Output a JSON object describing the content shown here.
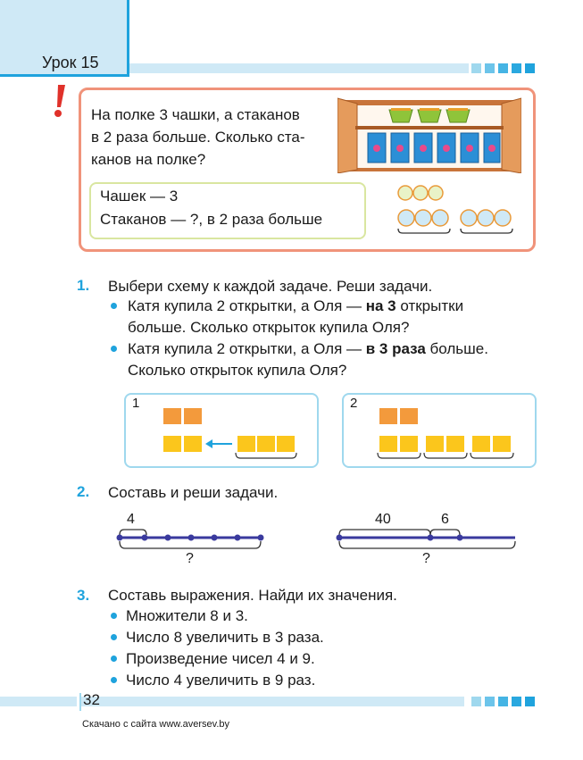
{
  "header": {
    "lesson": "Урок 15"
  },
  "problem": {
    "lines": [
      "На полке 3 чашки, а стаканов",
      "в 2 раза больше. Сколько ста-",
      "канов на полке?"
    ],
    "condition": [
      "Чашек — 3",
      "Стаканов — ?, в 2 раза больше"
    ]
  },
  "task1": {
    "number": "1.",
    "title": "Выбери схему к каждой задаче. Реши задачи.",
    "b1_pre": "Катя купила 2 открытки, а Оля — ",
    "b1_bold": "на 3",
    "b1_post": " открытки",
    "b1_line2": "больше. Сколько открыток купила Оля?",
    "b2_pre": "Катя купила 2 открытки, а Оля — ",
    "b2_bold": "в 3 раза",
    "b2_post": " больше.",
    "b2_line2": "Сколько открыток купила Оля?",
    "scheme1_label": "1",
    "scheme2_label": "2"
  },
  "task2": {
    "number": "2.",
    "title": "Составь и реши задачи.",
    "seg1_top": "4",
    "seg1_bottom": "?",
    "seg2_top_a": "40",
    "seg2_top_b": "6",
    "seg2_bottom": "?"
  },
  "task3": {
    "number": "3.",
    "title": "Составь выражения. Найди их значения.",
    "items": [
      "Множители 8 и 3.",
      "Число 8 увеличить в 3 раза.",
      "Произведение чисел 4 и 9.",
      "Число 4 увеличить в 9 раз."
    ]
  },
  "footer": {
    "page": "32",
    "source": "Скачано с сайта www.aversev.by"
  },
  "colors": {
    "accent": "#1fa3dd",
    "light": "#cfe9f6",
    "problem_border": "#f0937a",
    "orange": "#f39a3c",
    "yellow": "#fbc61c",
    "line": "#3a3a9e"
  }
}
